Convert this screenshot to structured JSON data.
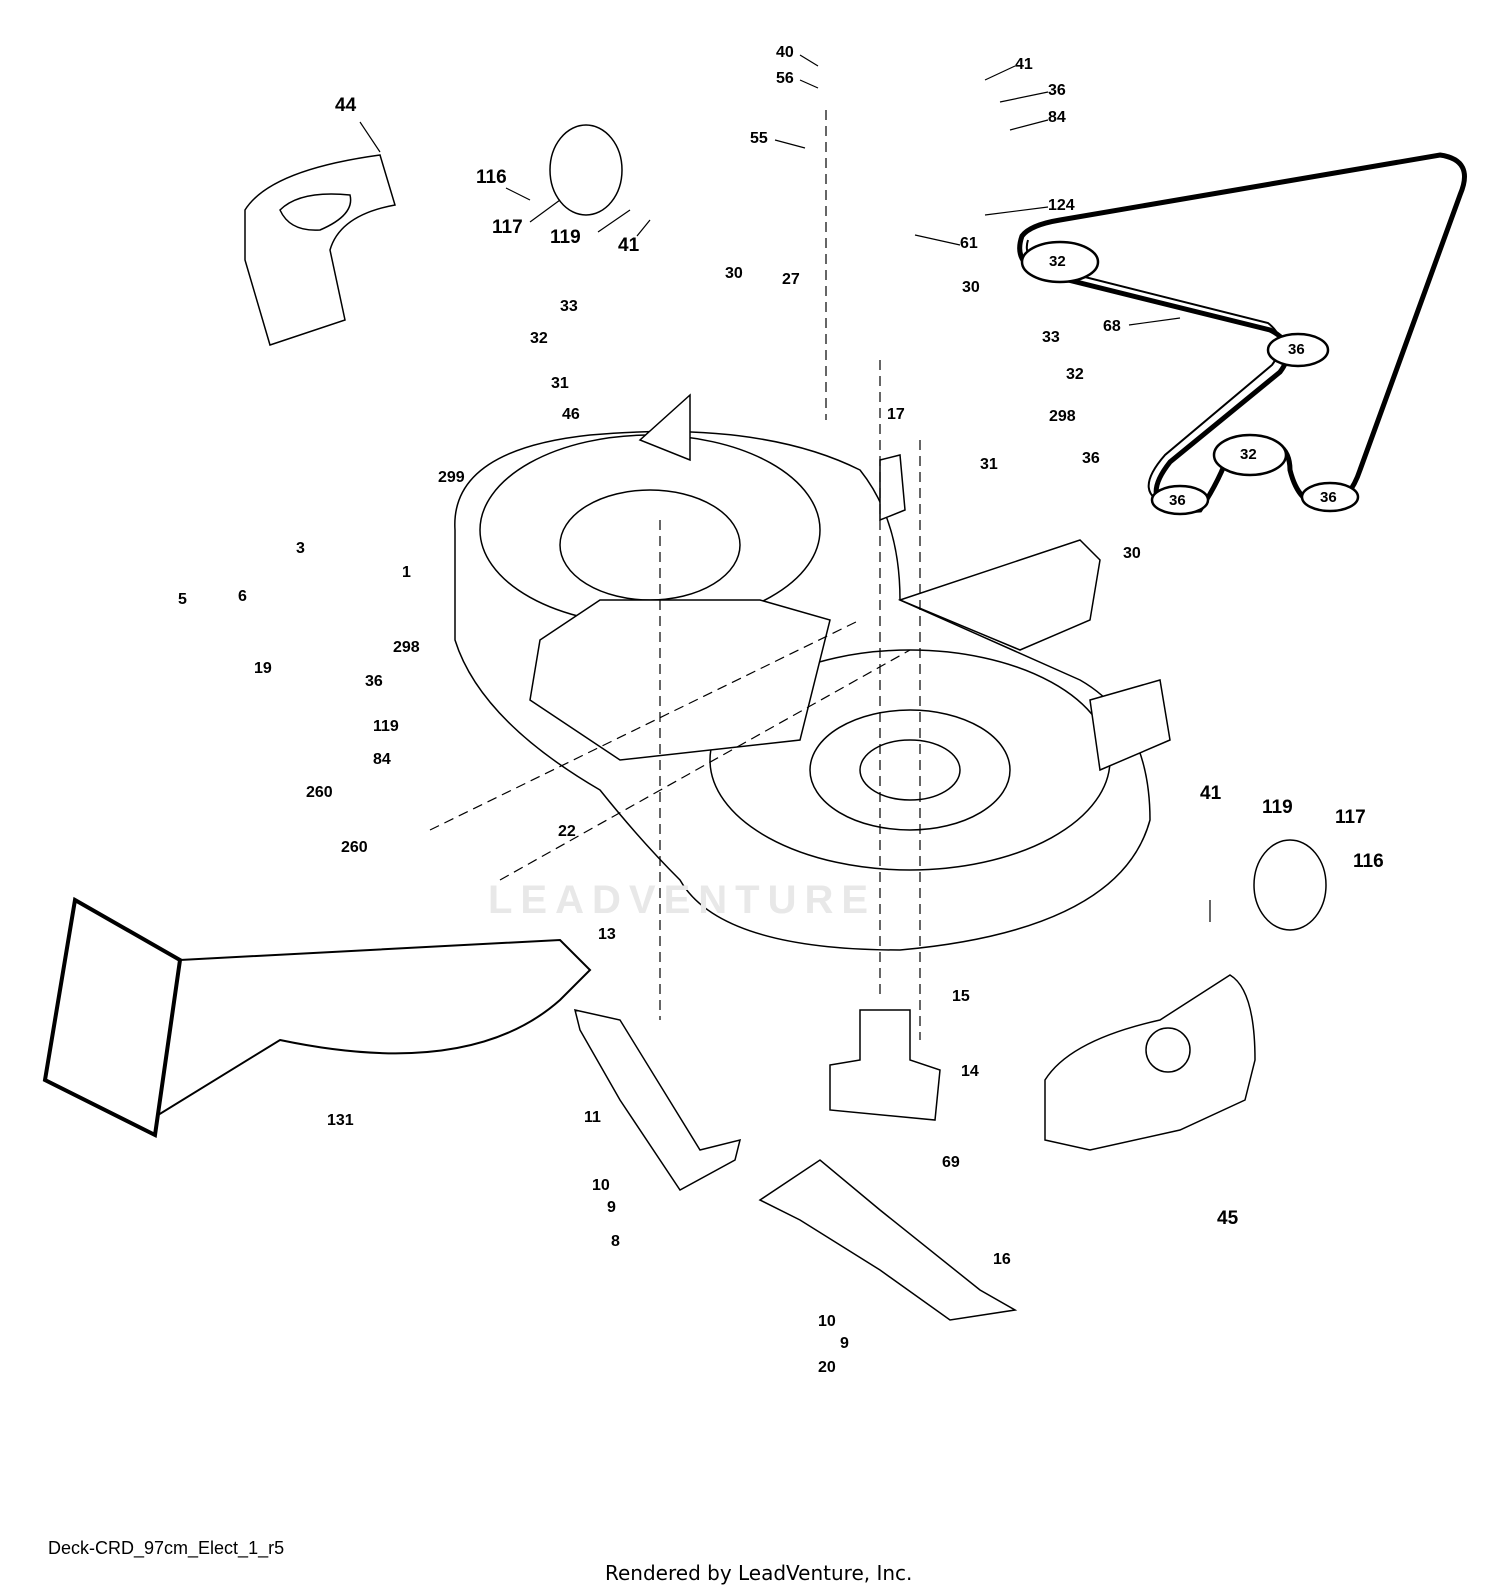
{
  "diagram": {
    "drawing_id": "Deck-CRD_97cm_Elect_1_r5",
    "footer": "Rendered by LeadVenture, Inc.",
    "watermark": "LEADVENTURE",
    "part_labels": [
      "44",
      "116",
      "117",
      "119",
      "41",
      "40",
      "56",
      "55",
      "41",
      "36",
      "84",
      "124",
      "61",
      "30",
      "27",
      "30",
      "33",
      "32",
      "31",
      "46",
      "17",
      "33",
      "32",
      "298",
      "31",
      "36",
      "299",
      "3",
      "5",
      "6",
      "1",
      "19",
      "298",
      "36",
      "119",
      "84",
      "260",
      "260",
      "22",
      "30",
      "41",
      "119",
      "117",
      "116",
      "13",
      "15",
      "14",
      "11",
      "10",
      "9",
      "8",
      "69",
      "16",
      "10",
      "9",
      "20",
      "131",
      "45",
      "68"
    ],
    "belt_pulley_labels": [
      "32",
      "36",
      "32",
      "36",
      "36"
    ]
  }
}
